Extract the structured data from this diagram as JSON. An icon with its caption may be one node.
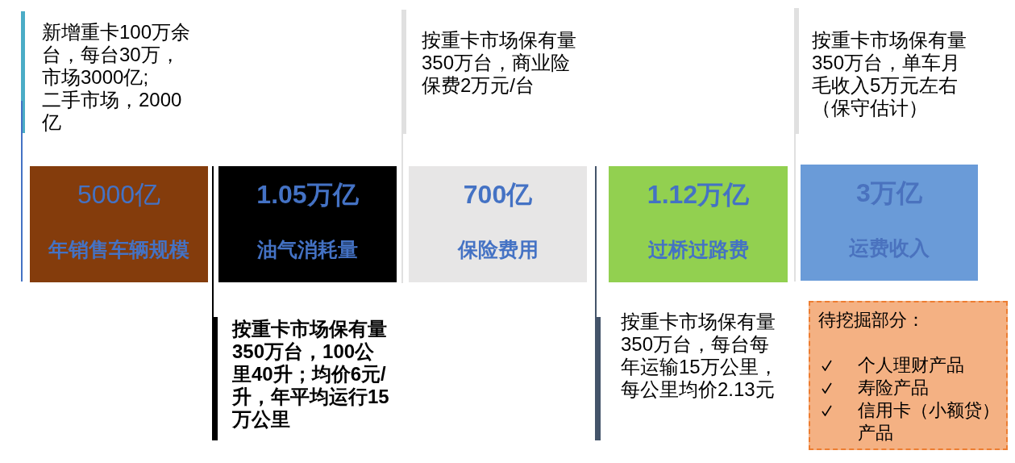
{
  "diagram": {
    "nodes": [
      {
        "text": [
          "5000亿",
          "年销售车辆规模"
        ],
        "beside": [
          "新增重卡100万余台，每台30万，市场3000亿;",
          "二手市场，2000亿"
        ]
      },
      {
        "text": [
          "1.05万亿",
          "油气消耗量"
        ],
        "beside": [
          "按重卡市场保有量350万台，100公里40升；均价6元/升，年平均运行15万公里"
        ]
      },
      {
        "text": [
          "700亿",
          "保险费用"
        ],
        "beside": [
          "按重卡市场保有量350万台，商业险保费2万元/台"
        ]
      },
      {
        "text": [
          "1.12万亿",
          "过桥过路费"
        ],
        "beside": [
          "按重卡市场保有量350万台，每台每年运输15万公里，每公里均价2.13元"
        ]
      },
      {
        "text": [
          "3万亿",
          "运费收入"
        ],
        "beside": [
          "按重卡市场保有量350万台，单车月毛收入5万元左右（保守估计）"
        ]
      },
      {
        "text": [
          "待挖掘部分：",
          "个人理财产品",
          "寿险产品",
          "信用卡（小额贷）产品"
        ]
      }
    ]
  }
}
